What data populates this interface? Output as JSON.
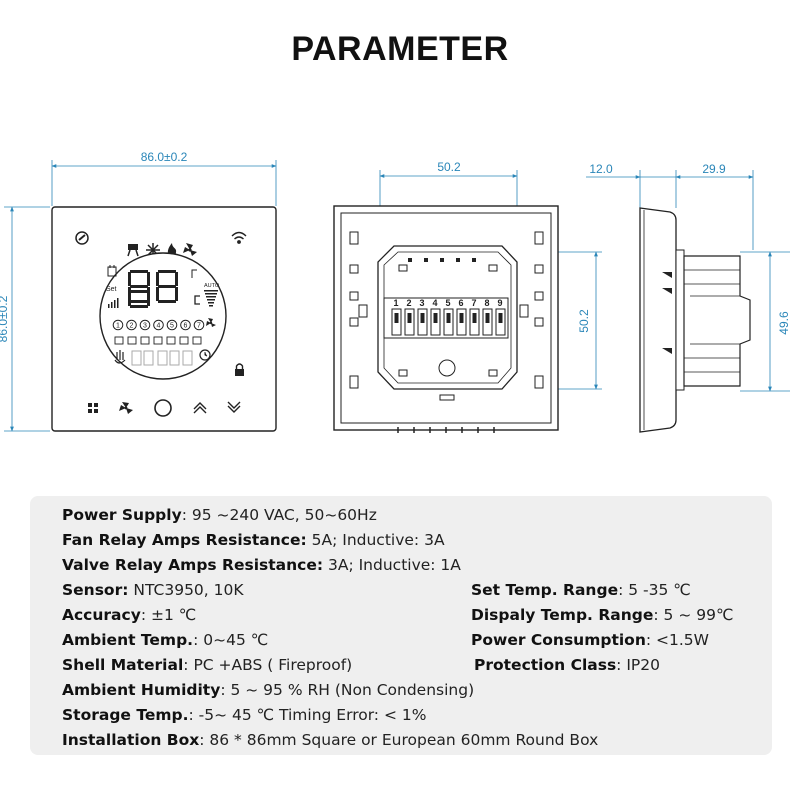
{
  "title": "PARAMETER",
  "dimensions": {
    "front_width": "86.0±0.2",
    "front_height": "86.0±0.2",
    "back_width": "50.2",
    "back_height": "50.2",
    "side_depth_a": "12.0",
    "side_depth_b": "29.9",
    "side_height": "49.6"
  },
  "device_display": {
    "icons": [
      "fan-heat-icon",
      "snowflake-icon",
      "flame-icon",
      "fan-icon",
      "wifi-icon",
      "power-icon",
      "schedule-icon",
      "lock-icon",
      "clock-icon",
      "menu-icon",
      "up-icon",
      "down-icon"
    ],
    "set_label": "Set",
    "auto_label": "AUTO",
    "mode_numbers": [
      "1",
      "2",
      "3",
      "4",
      "5",
      "6",
      "7"
    ],
    "terminal_numbers": [
      "1",
      "2",
      "3",
      "4",
      "5",
      "6",
      "7",
      "8",
      "9"
    ]
  },
  "specs": [
    {
      "label": "Power Supply",
      "sep": ": ",
      "value": "95 ~240 VAC, 50~60Hz"
    },
    {
      "label": "Fan Relay Amps Resistance:",
      "sep": " ",
      "value": "5A; Inductive: 3A"
    },
    {
      "label": "Valve Relay Amps Resistance:",
      "sep": " ",
      "value": "3A; Inductive: 1A"
    },
    {
      "label": "Sensor:",
      "sep": " ",
      "value": "NTC3950, 10K"
    },
    {
      "label": "Accuracy",
      "sep": ": ",
      "value": "±1 ℃"
    },
    {
      "label": "Ambient Temp.",
      "sep": ": ",
      "value": "0~45 ℃"
    },
    {
      "label": "Shell Material",
      "sep": ": ",
      "value": "PC +ABS ( Fireproof)"
    },
    {
      "label": "Ambient Humidity",
      "sep": ": ",
      "value": "5 ~ 95 % RH (Non Condensing)"
    },
    {
      "label": "Storage Temp.",
      "sep": ": ",
      "value": "-5~ 45 ℃ Timing Error: < 1%"
    },
    {
      "label": "Installation Box",
      "sep": ": ",
      "value": "86 * 86mm Square or European 60mm Round Box"
    },
    {
      "label": "Set Temp. Range",
      "sep": ": ",
      "value": "5 -35 ℃"
    },
    {
      "label": "Dispaly Temp. Range",
      "sep": ": ",
      "value": "5 ~ 99℃"
    },
    {
      "label": "Power Consumption",
      "sep": ": ",
      "value": "<1.5W"
    },
    {
      "label": "Protection Class",
      "sep": ": ",
      "value": "IP20"
    }
  ]
}
